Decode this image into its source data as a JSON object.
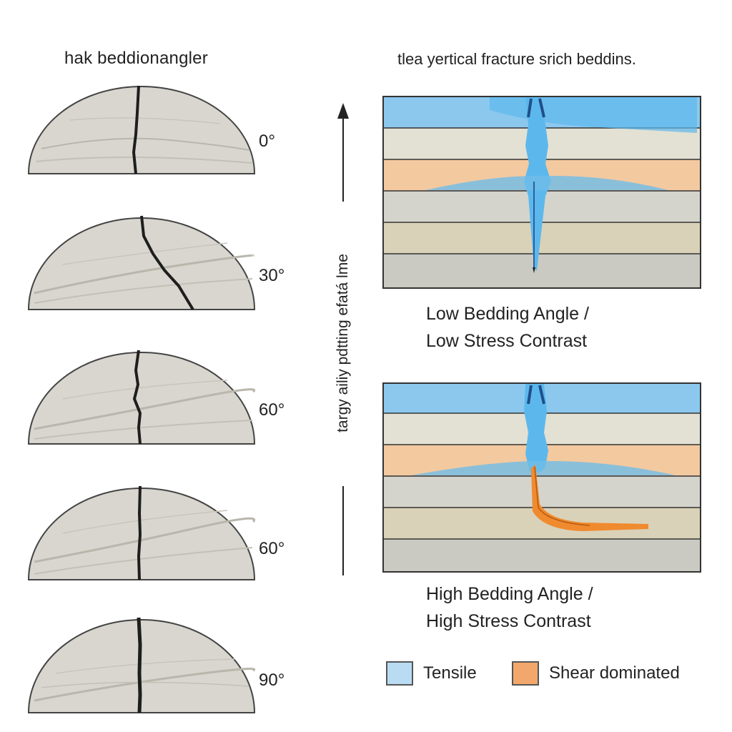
{
  "titles": {
    "left": "hak beddionangler",
    "right": "tlea yertical fracture srich beddins."
  },
  "samples": [
    {
      "angle_label": "0°"
    },
    {
      "angle_label": "30°"
    },
    {
      "angle_label": "60°"
    },
    {
      "angle_label": "60°"
    },
    {
      "angle_label": "90°"
    }
  ],
  "axis": {
    "label": "targy ailiy pdtting efatá lme"
  },
  "panels": [
    {
      "caption_line1": "Low Bedding Angle /",
      "caption_line2": "Low Stress Contrast"
    },
    {
      "caption_line1": "High Bedding Angle /",
      "caption_line2": "High Stress Contrast"
    }
  ],
  "legend": [
    {
      "label": "Tensile",
      "color": "#b9dcf3"
    },
    {
      "label": "Shear dominated",
      "color": "#f2a86d"
    }
  ],
  "colors": {
    "rock": "#d8d6cf",
    "tensile_blue": "#5cb8ec",
    "shear_orange": "#f08a2e",
    "layer_beige": "#e3e1d3",
    "layer_orange": "#f3c9a0",
    "layer_grey": "#d4d4cc",
    "layer_tan": "#d9d2b8"
  }
}
